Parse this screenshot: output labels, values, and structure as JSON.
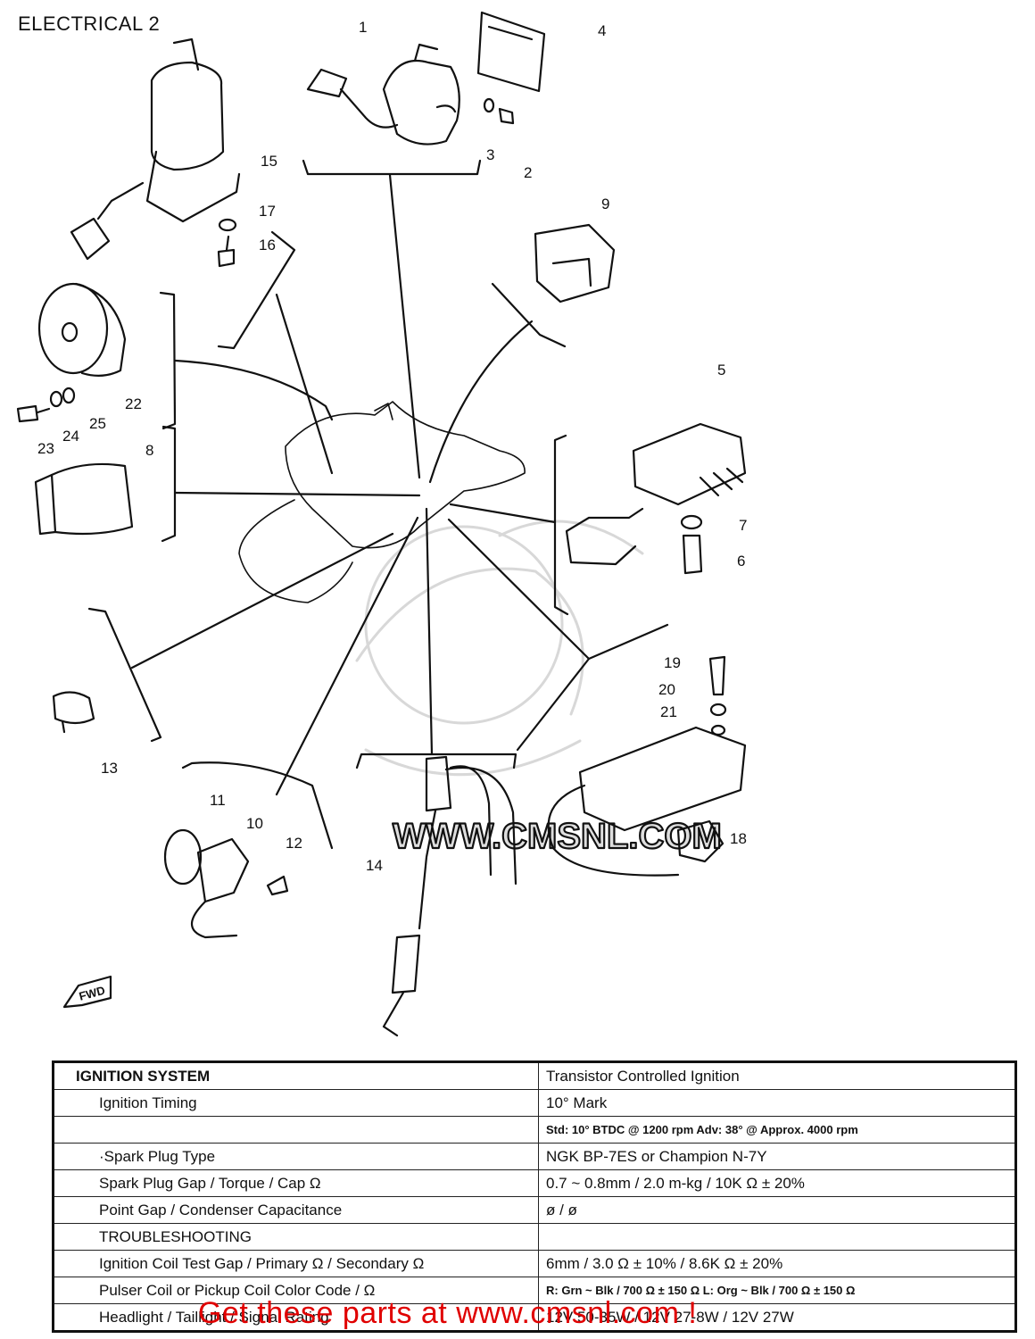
{
  "page": {
    "title": "ELECTRICAL 2"
  },
  "diagram": {
    "callouts": [
      "1",
      "2",
      "3",
      "4",
      "5",
      "6",
      "7",
      "8",
      "9",
      "10",
      "11",
      "12",
      "13",
      "14",
      "15",
      "16",
      "17",
      "18",
      "19",
      "20",
      "21",
      "22",
      "23",
      "24",
      "25"
    ],
    "fwd_label": "FWD",
    "watermark": "WWW.CMSNL.COM"
  },
  "spec_table": {
    "rows": [
      {
        "label": "IGNITION SYSTEM",
        "value": "Transistor Controlled Ignition"
      },
      {
        "label": "Ignition Timing",
        "value": "10° Mark"
      },
      {
        "label": "",
        "value": "Std: 10° BTDC @ 1200 rpm  Adv: 38° @ Approx. 4000 rpm"
      },
      {
        "label": "·Spark Plug Type",
        "value": "NGK BP-7ES or Champion N-7Y"
      },
      {
        "label": "Spark Plug Gap / Torque / Cap Ω",
        "value": "0.7 ~ 0.8mm / 2.0 m-kg / 10K Ω ± 20%"
      },
      {
        "label": "Point Gap / Condenser Capacitance",
        "value": "ø / ø"
      },
      {
        "label": "TROUBLESHOOTING",
        "value": ""
      },
      {
        "label": "Ignition Coil Test Gap / Primary Ω / Secondary Ω",
        "value": "6mm / 3.0 Ω ± 10% / 8.6K Ω ± 20%"
      },
      {
        "label": "Pulser Coil or Pickup Coil Color Code / Ω",
        "value": "R: Grn ~ Blk / 700 Ω ± 150 Ω  L: Org ~ Blk / 700 Ω ± 150 Ω"
      },
      {
        "label": "Headlight / Taillight / Signal Rating",
        "value": "12V 50-35W / 12V 27-8W / 12V 27W"
      }
    ]
  },
  "banner": {
    "text": "Get these parts at www.cmsnl.com !"
  }
}
